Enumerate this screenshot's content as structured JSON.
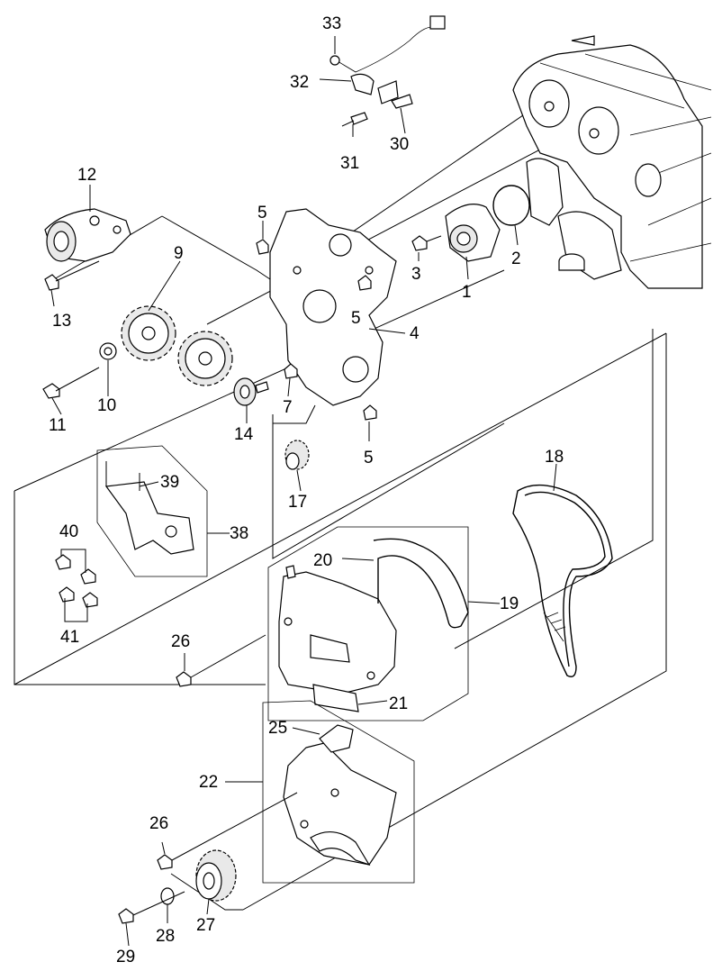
{
  "callouts": [
    {
      "id": "c33",
      "text": "33"
    },
    {
      "id": "c32",
      "text": "32"
    },
    {
      "id": "c31",
      "text": "31"
    },
    {
      "id": "c30",
      "text": "30"
    },
    {
      "id": "c12",
      "text": "12"
    },
    {
      "id": "c5a",
      "text": "5"
    },
    {
      "id": "c5b",
      "text": "5"
    },
    {
      "id": "c5c",
      "text": "5"
    },
    {
      "id": "c3",
      "text": "3"
    },
    {
      "id": "c2",
      "text": "2"
    },
    {
      "id": "c1",
      "text": "1"
    },
    {
      "id": "c9",
      "text": "9"
    },
    {
      "id": "c13",
      "text": "13"
    },
    {
      "id": "c4",
      "text": "4"
    },
    {
      "id": "c10",
      "text": "10"
    },
    {
      "id": "c11",
      "text": "11"
    },
    {
      "id": "c7",
      "text": "7"
    },
    {
      "id": "c14",
      "text": "14"
    },
    {
      "id": "c18",
      "text": "18"
    },
    {
      "id": "c39",
      "text": "39"
    },
    {
      "id": "c17",
      "text": "17"
    },
    {
      "id": "c38",
      "text": "38"
    },
    {
      "id": "c40",
      "text": "40"
    },
    {
      "id": "c20",
      "text": "20"
    },
    {
      "id": "c19",
      "text": "19"
    },
    {
      "id": "c41",
      "text": "41"
    },
    {
      "id": "c26a",
      "text": "26"
    },
    {
      "id": "c21",
      "text": "21"
    },
    {
      "id": "c25",
      "text": "25"
    },
    {
      "id": "c22",
      "text": "22"
    },
    {
      "id": "c26b",
      "text": "26"
    },
    {
      "id": "c27",
      "text": "27"
    },
    {
      "id": "c28",
      "text": "28"
    },
    {
      "id": "c29",
      "text": "29"
    }
  ]
}
